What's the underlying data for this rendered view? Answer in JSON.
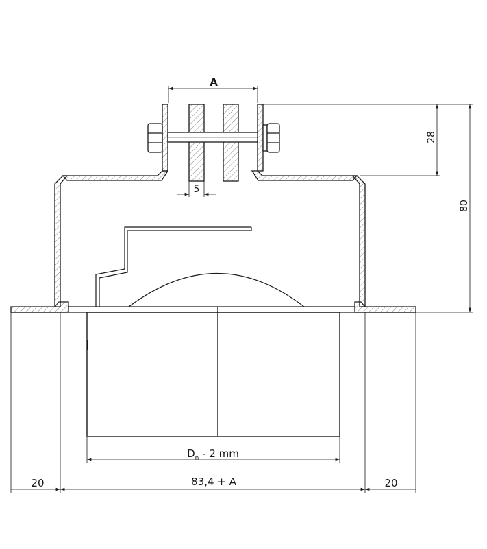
{
  "colors": {
    "line": "#1a1a1a",
    "hatch": "#555555",
    "background": "#ffffff"
  },
  "dimensions": {
    "a": "A",
    "gap": "5",
    "height_upper": "28",
    "height_total": "80",
    "flange_left": "20",
    "flange_right": "20",
    "body_width": "83,4 + A",
    "diameter_main": "D",
    "diameter_sub": "n",
    "diameter_suffix": " - 2 mm"
  }
}
